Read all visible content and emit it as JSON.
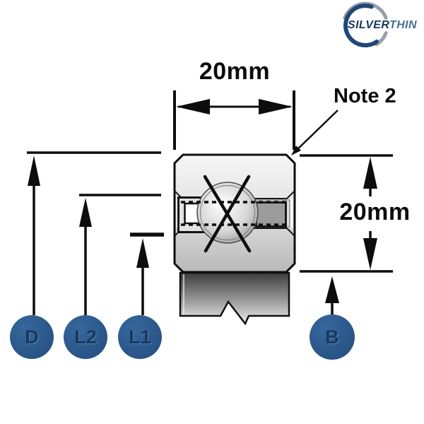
{
  "logo": {
    "brand_part1": "SILVER",
    "brand_part2": "THIN",
    "ring_blue": "#1f4878",
    "ring_grey": "#999fa8"
  },
  "dimensions": {
    "top_width": {
      "label": "20mm"
    },
    "right_height": {
      "label": "20mm"
    },
    "note": {
      "label": "Note 2"
    }
  },
  "callouts": [
    {
      "id": "D",
      "label": "D"
    },
    {
      "id": "L2",
      "label": "L2"
    },
    {
      "id": "L1",
      "label": "L1"
    },
    {
      "id": "B",
      "label": "B"
    }
  ],
  "colors": {
    "line": "#0d0d0d",
    "callout_fill": "#2e5c8e",
    "callout_text": "#17375f"
  }
}
